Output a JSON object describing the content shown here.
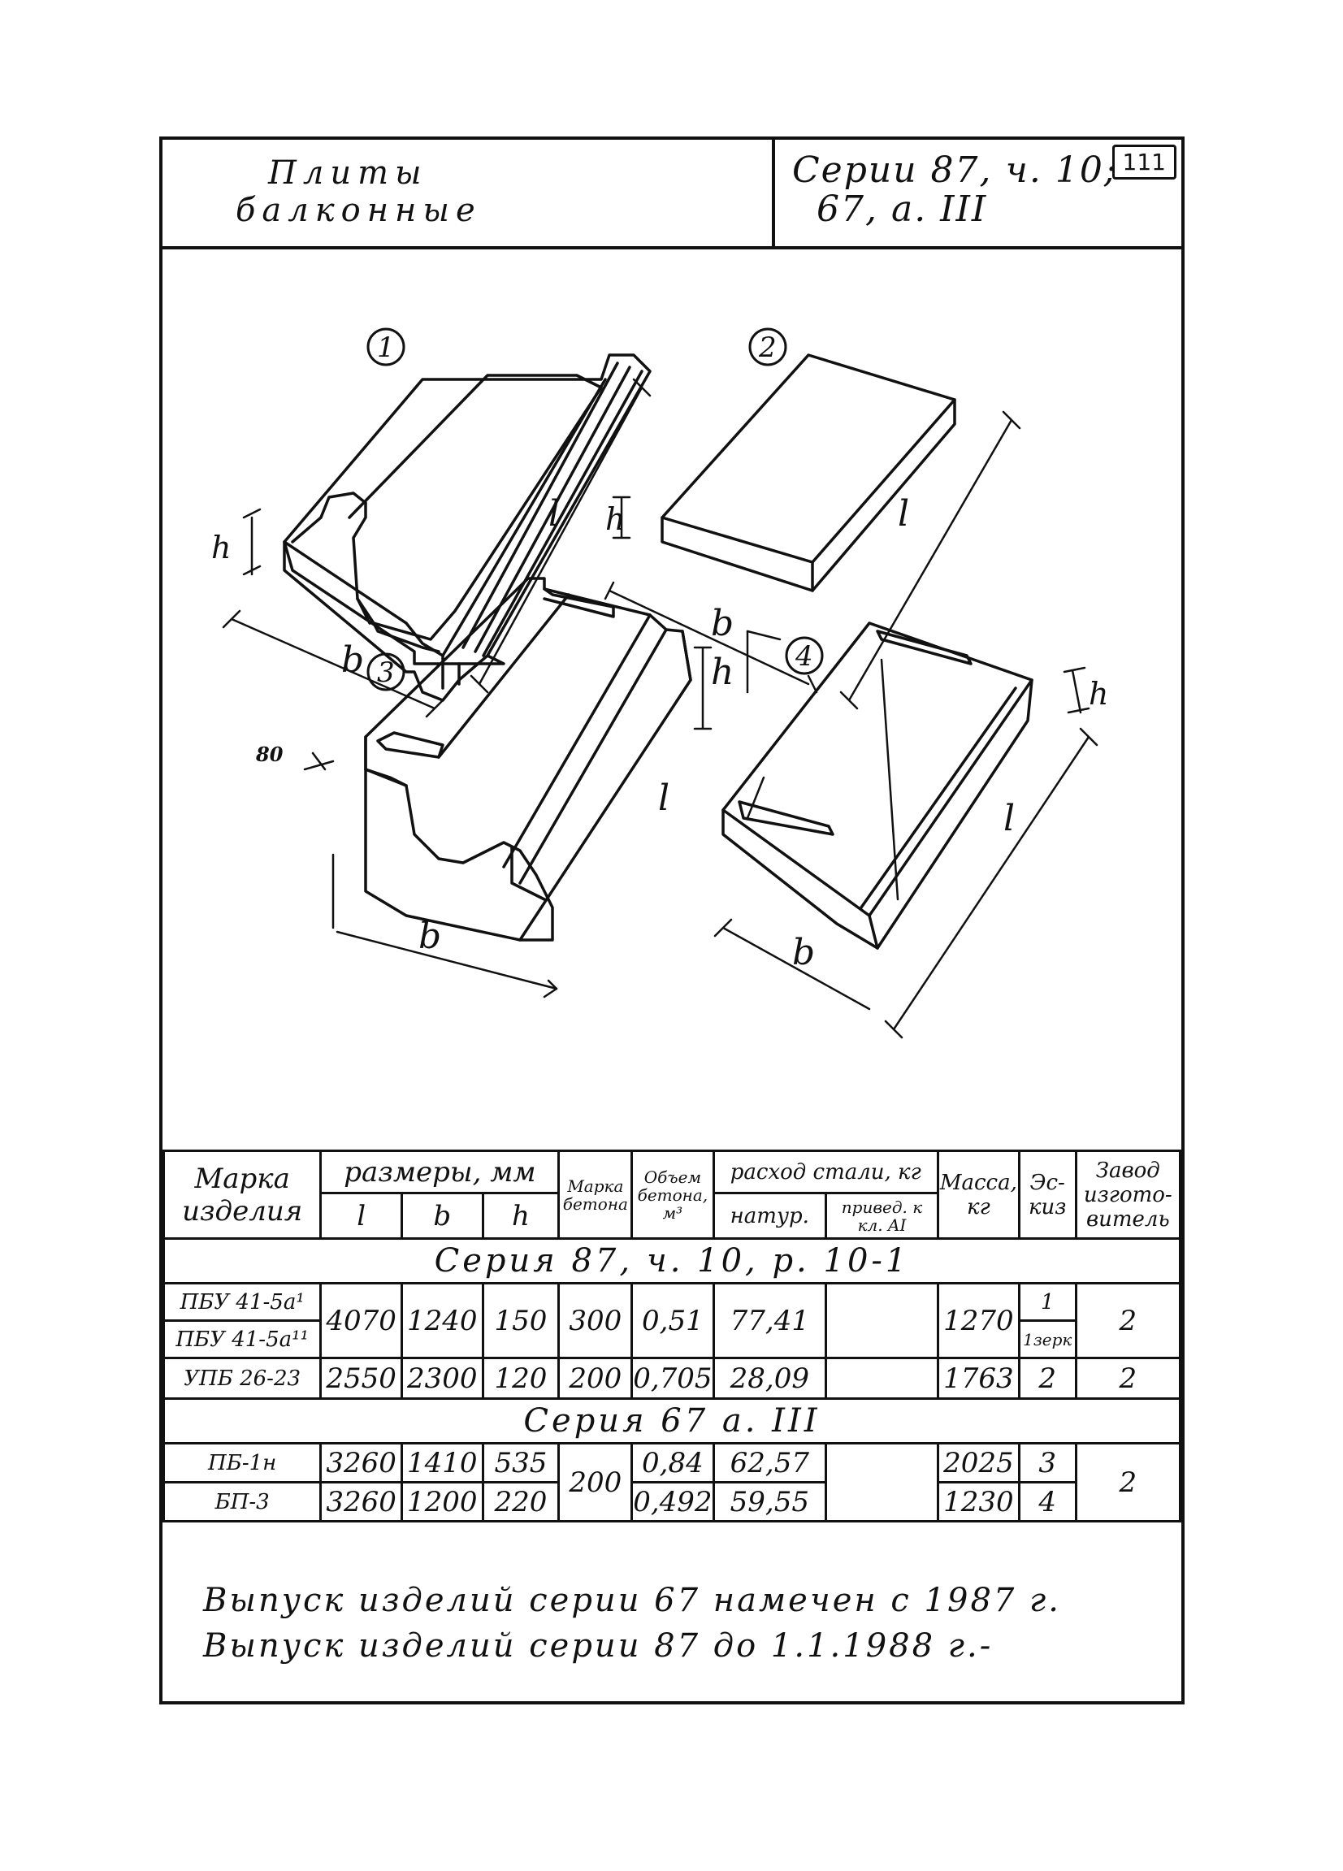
{
  "header": {
    "title_line1": "Плиты",
    "title_line2": "балконные",
    "series_line1": "Серии 87, ч. 10;",
    "series_line2": "67, а. III",
    "page_number": "111"
  },
  "drawing": {
    "markers": [
      "1",
      "2",
      "3",
      "4"
    ],
    "dim_l": "l",
    "dim_b": "b",
    "dim_h": "h",
    "dim_80": "80"
  },
  "table": {
    "headers": {
      "mark": "Марка изделия",
      "dims": "размеры, мм",
      "l": "l",
      "b": "b",
      "h": "h",
      "concrete_grade": "Марка бетона",
      "concrete_volume": "Объем бетона, м³",
      "steel": "расход стали, кг",
      "steel_natural": "натур.",
      "steel_reduced": "привед. к кл. AI",
      "mass": "Масса, кг",
      "sketch": "Эс-киз",
      "plant": "Завод изгото-витель"
    },
    "series1": "Серия 87, ч. 10, р. 10-1",
    "series2": "Серия 67 а. III",
    "rows": [
      {
        "mark_a": "ПБУ 41-5а¹",
        "mark_b": "ПБУ 41-5а¹¹",
        "l": "4070",
        "b": "1240",
        "h": "150",
        "grade": "300",
        "volume": "0,51",
        "steel": "77,41",
        "reduced": "",
        "mass": "1270",
        "sketch_a": "1",
        "sketch_b": "1зерк",
        "plant": "2"
      },
      {
        "mark": "УПБ 26-23",
        "l": "2550",
        "b": "2300",
        "h": "120",
        "grade": "200",
        "volume": "0,705",
        "steel": "28,09",
        "reduced": "",
        "mass": "1763",
        "sketch": "2",
        "plant": "2"
      },
      {
        "mark": "ПБ-1н",
        "l": "3260",
        "b": "1410",
        "h": "535",
        "grade": "200",
        "volume": "0,84",
        "steel": "62,57",
        "reduced": "",
        "mass": "2025",
        "sketch": "3",
        "plant": "2"
      },
      {
        "mark": "БП-3",
        "l": "3260",
        "b": "1200",
        "h": "220",
        "volume": "0,492",
        "steel": "59,55",
        "reduced": "",
        "mass": "1230",
        "sketch": "4"
      }
    ]
  },
  "notes": [
    "Выпуск изделий серии 67 намечен с 1987 г.",
    "Выпуск изделий серии 87 до 1.1.1988 г.-"
  ]
}
